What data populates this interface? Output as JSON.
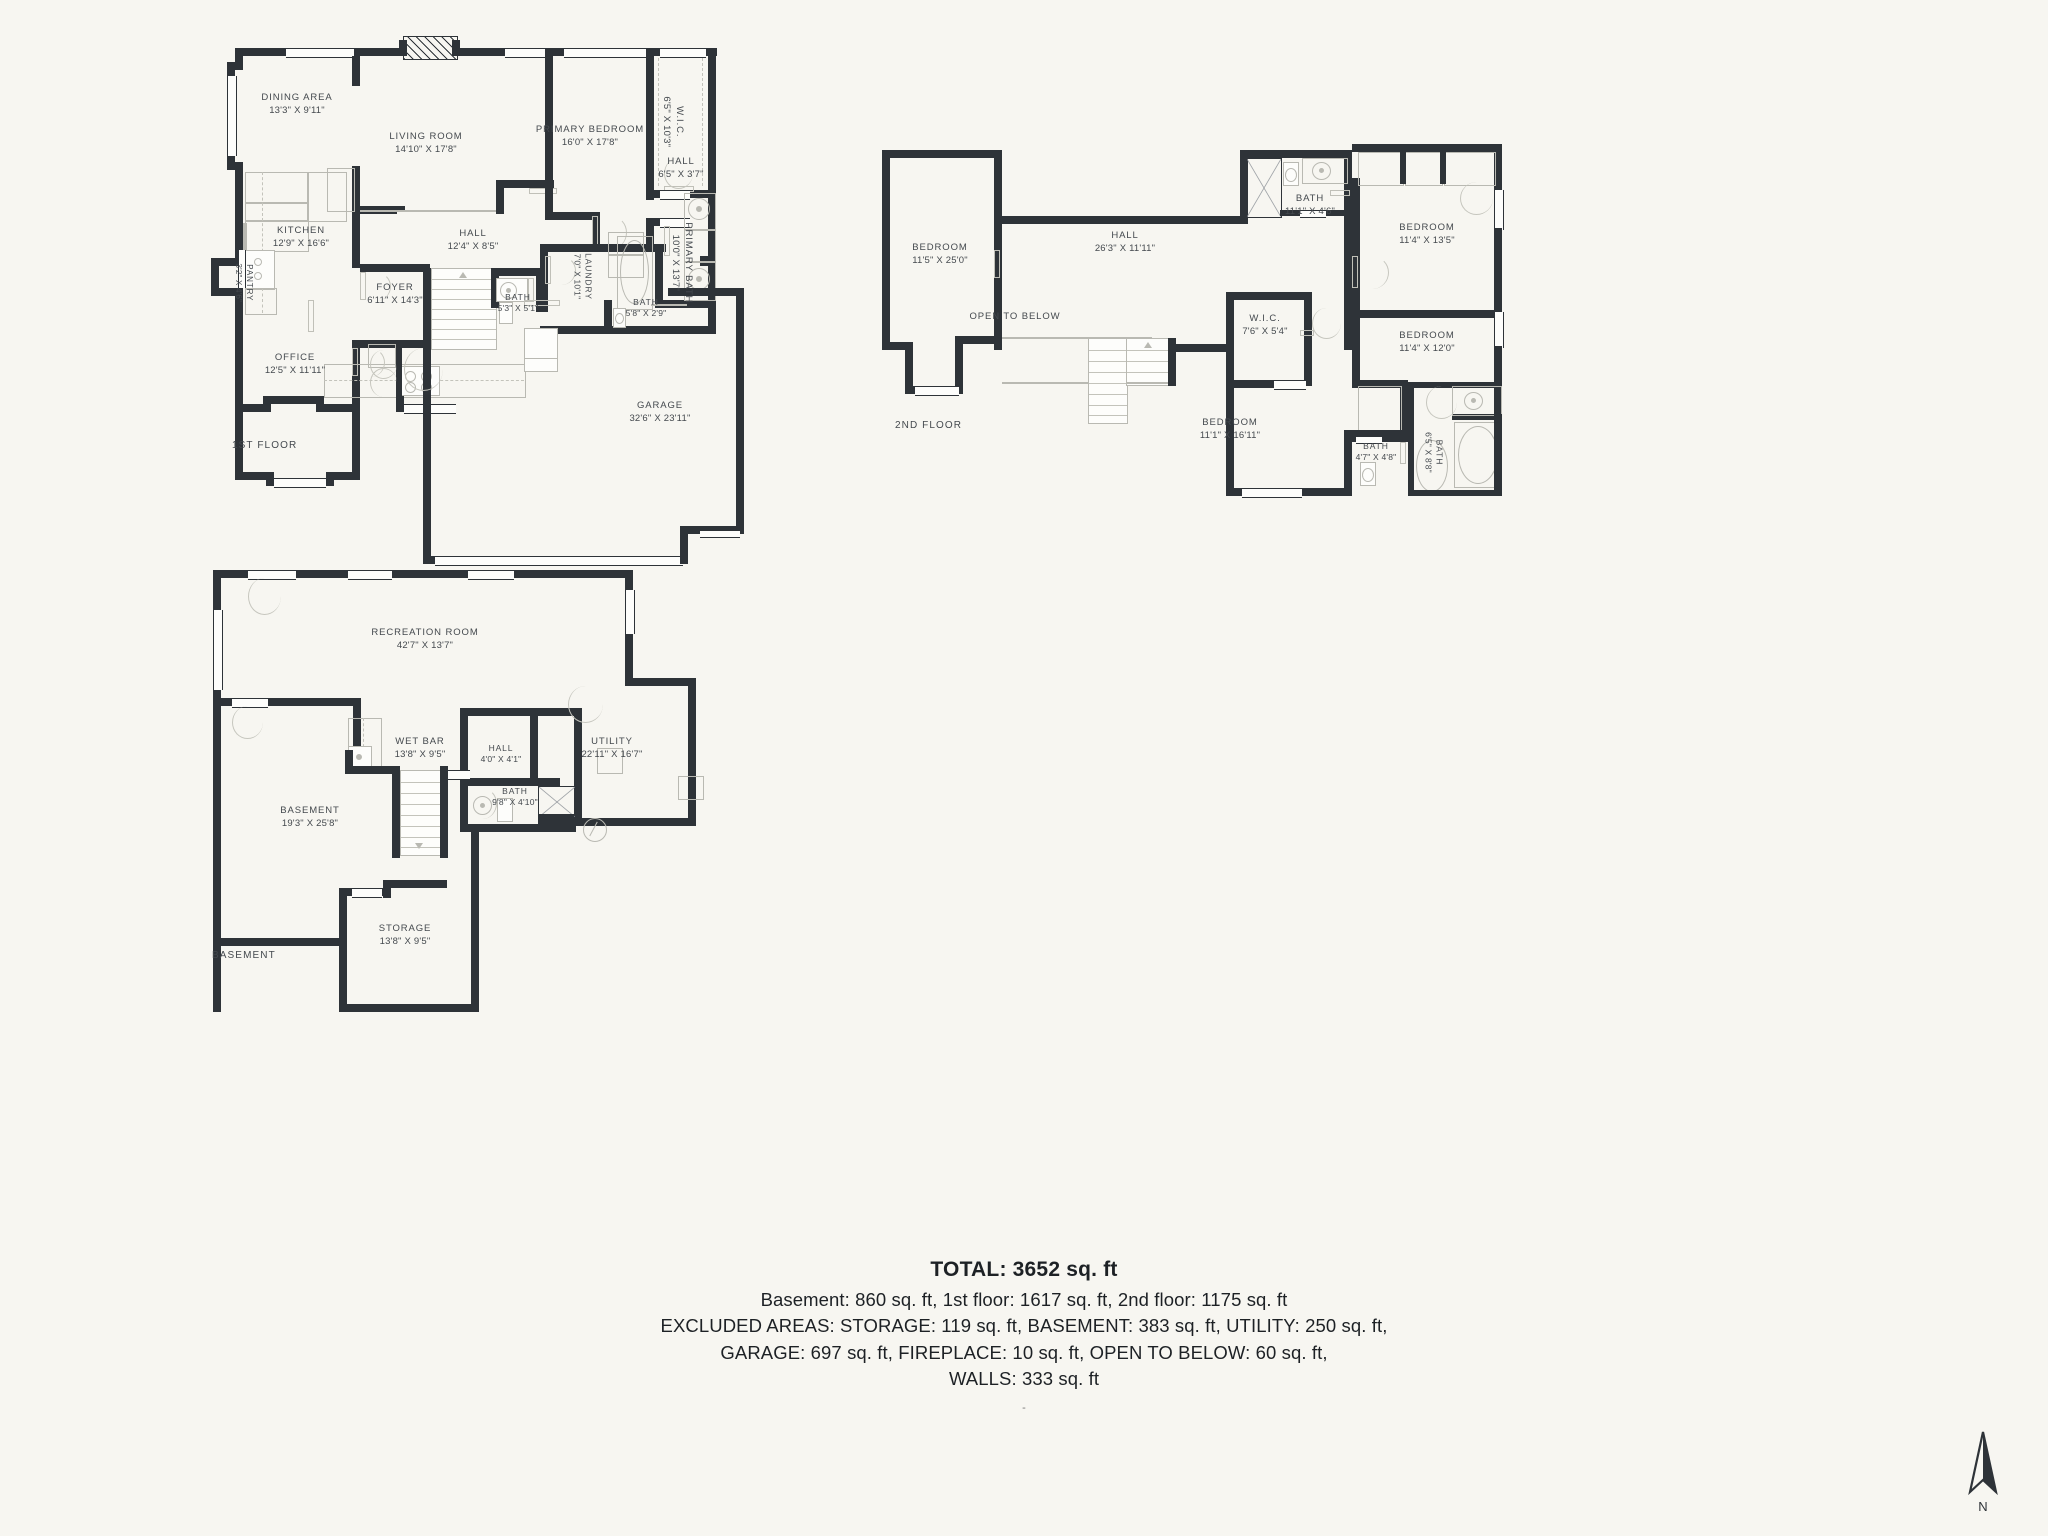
{
  "floors": [
    {
      "id": "first",
      "caption": "1ST FLOOR",
      "rooms": [
        {
          "name": "DINING AREA",
          "dim": "13'3\" X 9'11\""
        },
        {
          "name": "LIVING ROOM",
          "dim": "14'10\" X 17'8\""
        },
        {
          "name": "PRIMARY BEDROOM",
          "dim": "16'0\" X 17'8\""
        },
        {
          "name": "W.I.C.",
          "dim": "6'5\" X 10'3\""
        },
        {
          "name": "HALL",
          "dim": "6'5\" X 3'7\""
        },
        {
          "name": "PRIMARY BATH",
          "dim": "10'0\" X 13'7\""
        },
        {
          "name": "KITCHEN",
          "dim": "12'9\" X 16'6\""
        },
        {
          "name": "PANTRY",
          "dim": "3'2\" X 4'6\""
        },
        {
          "name": "HALL",
          "dim": "12'4\" X 8'5\""
        },
        {
          "name": "LAUNDRY",
          "dim": "7'0\" X 10'1\""
        },
        {
          "name": "BATH",
          "dim": "5'3\" X 5'1\""
        },
        {
          "name": "BATH",
          "dim": "5'8\" X 2'9\""
        },
        {
          "name": "FOYER",
          "dim": "6'11\" X 14'3\""
        },
        {
          "name": "OFFICE",
          "dim": "12'5\" X 11'11\""
        },
        {
          "name": "GARAGE",
          "dim": "32'6\" X 23'11\""
        }
      ]
    },
    {
      "id": "second",
      "caption": "2ND FLOOR",
      "rooms": [
        {
          "name": "BEDROOM",
          "dim": "11'5\" X 25'0\""
        },
        {
          "name": "HALL",
          "dim": "26'3\" X 11'11\""
        },
        {
          "name": "OPEN TO BELOW",
          "dim": ""
        },
        {
          "name": "BATH",
          "dim": "11'1\" X 4'6\""
        },
        {
          "name": "BEDROOM",
          "dim": "11'4\" X 13'5\""
        },
        {
          "name": "W.I.C.",
          "dim": "7'6\" X 5'4\""
        },
        {
          "name": "BEDROOM",
          "dim": "11'4\" X 12'0\""
        },
        {
          "name": "BEDROOM",
          "dim": "11'1\" X 16'11\""
        },
        {
          "name": "BATH",
          "dim": "4'7\" X 4'8\""
        },
        {
          "name": "BATH",
          "dim": "6'5\" X 8'8\""
        }
      ]
    },
    {
      "id": "basement",
      "caption": "BASEMENT",
      "rooms": [
        {
          "name": "RECREATION ROOM",
          "dim": "42'7\" X 13'7\""
        },
        {
          "name": "WET BAR",
          "dim": "13'8\" X 9'5\""
        },
        {
          "name": "HALL",
          "dim": "4'0\" X 4'1\""
        },
        {
          "name": "UTILITY",
          "dim": "22'11\" X 16'7\""
        },
        {
          "name": "BATH",
          "dim": "9'8\" X 4'10\""
        },
        {
          "name": "BASEMENT",
          "dim": "19'3\" X 25'8\""
        },
        {
          "name": "STORAGE",
          "dim": "13'8\" X 9'5\""
        }
      ]
    }
  ],
  "summary": {
    "total": "TOTAL: 3652 sq. ft",
    "line1": "Basement: 860 sq. ft, 1st floor: 1617 sq. ft, 2nd floor: 1175 sq. ft",
    "line2": "EXCLUDED AREAS: STORAGE: 119 sq. ft, BASEMENT: 383 sq. ft, UTILITY: 250 sq. ft,",
    "line3": "GARAGE: 697 sq. ft, FIREPLACE: 10 sq. ft, OPEN TO BELOW: 60 sq. ft,",
    "line4": "WALLS: 333 sq. ft",
    "footnote": "-"
  },
  "compass": {
    "label": "N",
    "icon": "north-arrow-icon"
  },
  "colors": {
    "background": "#f7f6f1",
    "wall": "#2e3338",
    "fixture": "#b9b9b2",
    "text": "#44494e",
    "summary_text": "#1d2125"
  }
}
